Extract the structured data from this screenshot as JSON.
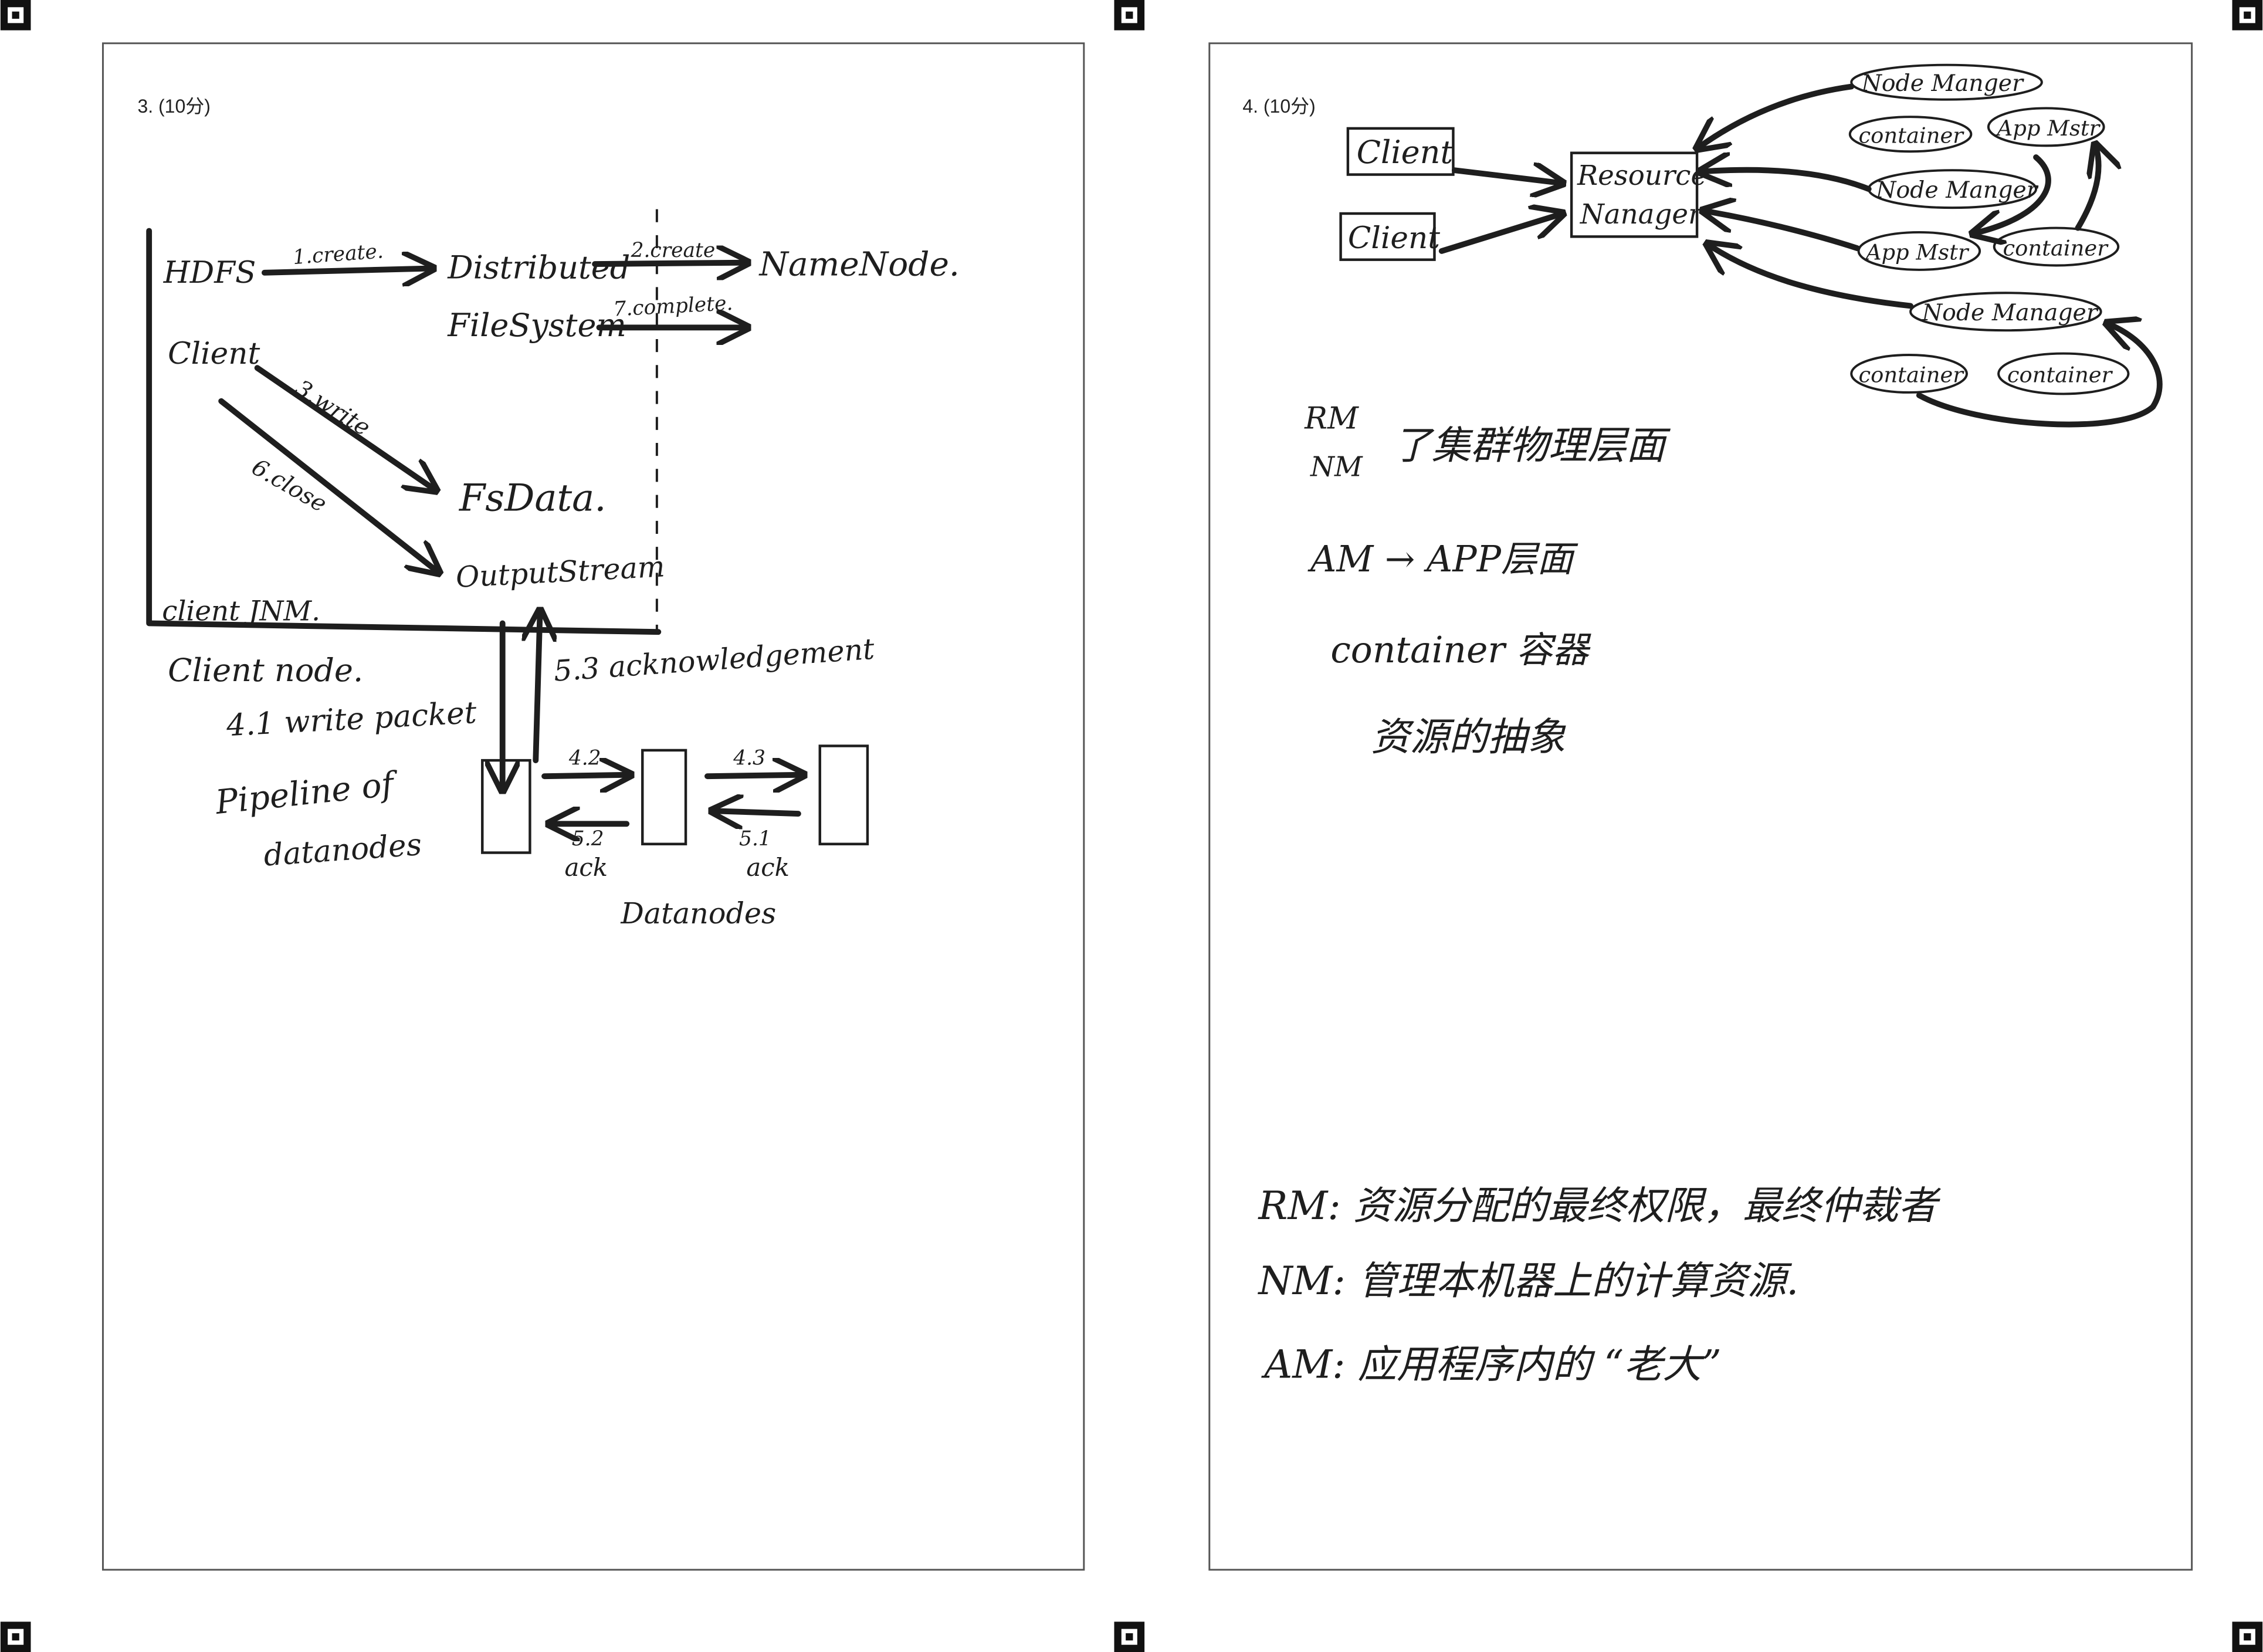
{
  "pages": [
    {
      "question": "3. (10分)",
      "labels": {
        "hdfs": "HDFS",
        "client": "Client",
        "distributed": "Distributed",
        "filesystem": "FileSystem",
        "namenode": "NameNode.",
        "fsdata": "FsData.",
        "outputstream": "OutputStream",
        "client_jvm": "client JNM.",
        "client_node": "Client node.",
        "write_packet": "4.1 write packet",
        "pipeline_of": "Pipeline of",
        "datanodes_lc": "datanodes",
        "datanodes": "Datanodes"
      },
      "arrows": {
        "create1": "1.create.",
        "create2": "2.create",
        "complete": "7.complete.",
        "write": "3.write",
        "close": "6.close",
        "ack53": "5.3 acknowledgement",
        "a42": "4.2",
        "a43": "4.3",
        "a52": "5.2",
        "a51": "5.1",
        "ack_a": "ack",
        "ack_b": "ack"
      }
    },
    {
      "question": "4. (10分)",
      "diagram": {
        "client1": "Client",
        "client2": "Client",
        "rm_line1": "Resource",
        "rm_line2": "Nanager",
        "nodes": [
          "Node Manger",
          "container",
          "App Mstr",
          "Node Manger",
          "App Mstr",
          "container",
          "Node Manager",
          "container",
          "container"
        ]
      },
      "notes": {
        "rm": "RM",
        "nm": "NM",
        "rm_nm_desc": "了集群物理层面",
        "am_line": "AM → APP层面",
        "container_line": "container 容器",
        "resource_line": "资源的抽象"
      },
      "definitions": [
        "RM: 资源分配的最终权限，最终仲裁者",
        "NM: 管理本机器上的计算资源.",
        "AM: 应用程序内的 “老大”"
      ]
    }
  ]
}
